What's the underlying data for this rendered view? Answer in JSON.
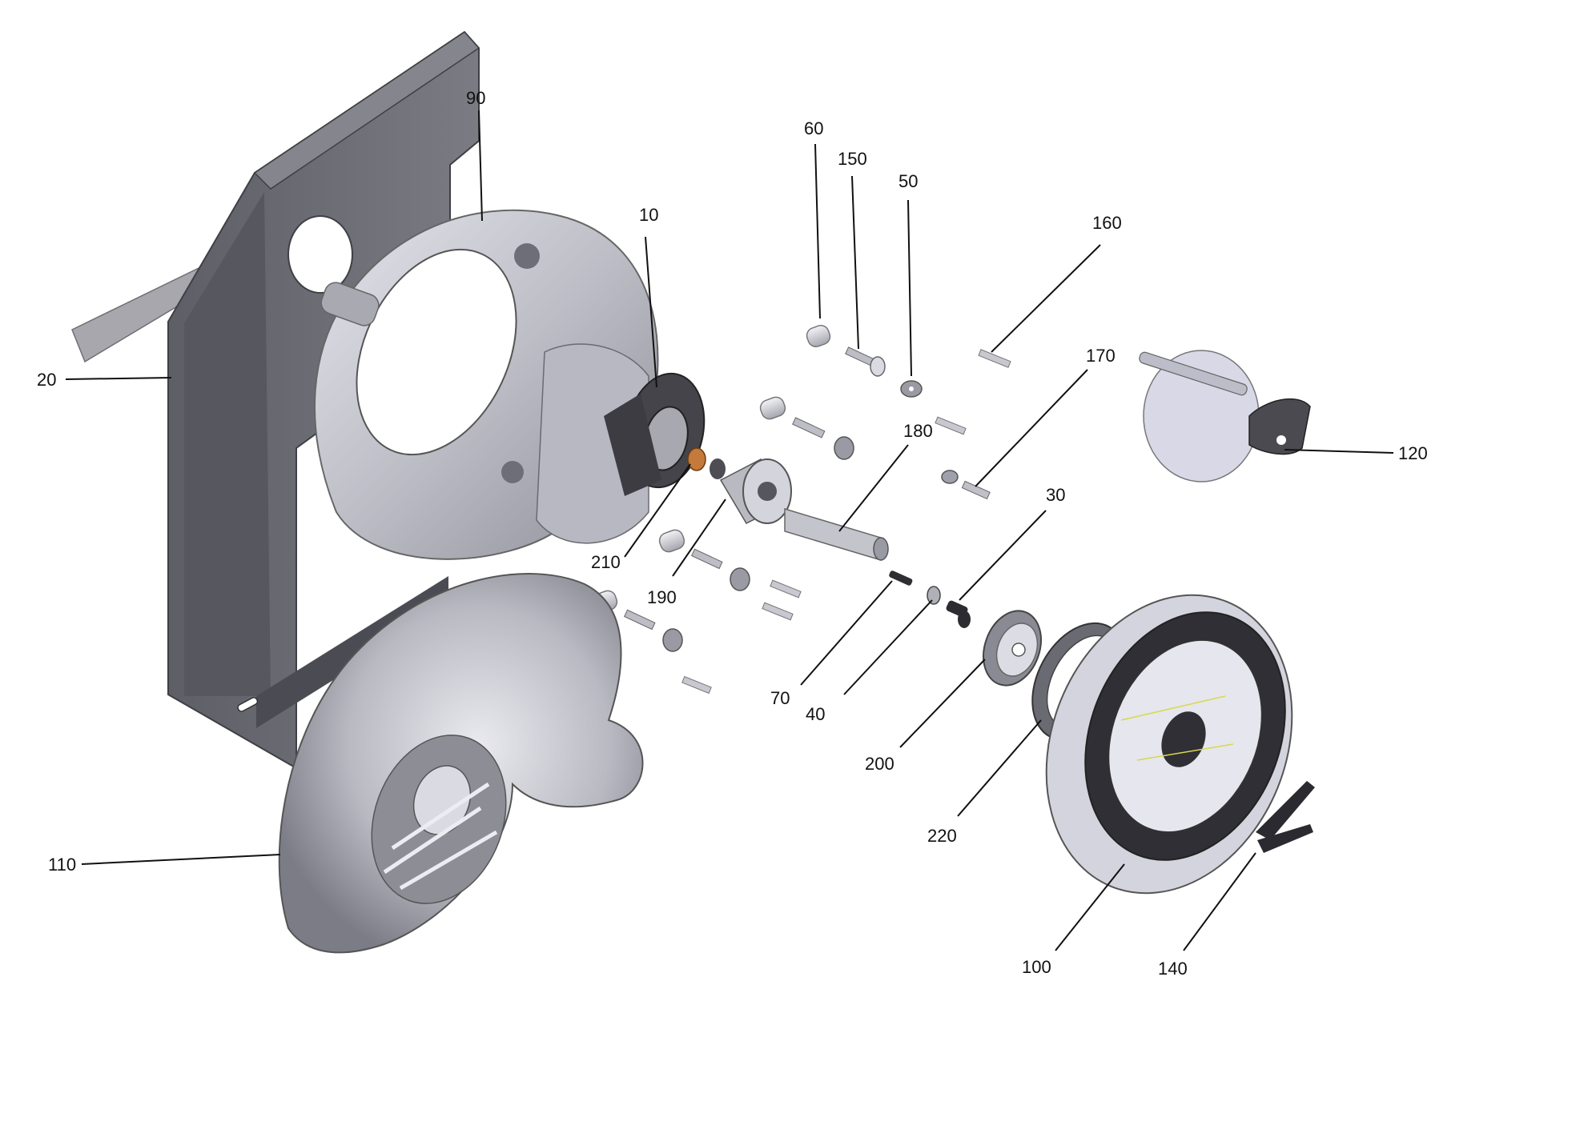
{
  "diagram": {
    "type": "exploded-parts-view",
    "callouts": {
      "c10": "10",
      "c20": "20",
      "c30": "30",
      "c40": "40",
      "c50": "50",
      "c60": "60",
      "c70": "70",
      "c90": "90",
      "c100": "100",
      "c110": "110",
      "c120": "120",
      "c140": "140",
      "c150": "150",
      "c160": "160",
      "c170": "170",
      "c180": "180",
      "c190": "190",
      "c200": "200",
      "c210": "210",
      "c220": "220"
    },
    "colors": {
      "plate": "#6d6e76",
      "plate_light": "#a8a8ae",
      "housing": "#c7c7cf",
      "housing_dark": "#8e8e98",
      "rubber": "#3b3b40",
      "copper": "#c47a3a",
      "accent_yellow": "#d8d84a"
    }
  }
}
